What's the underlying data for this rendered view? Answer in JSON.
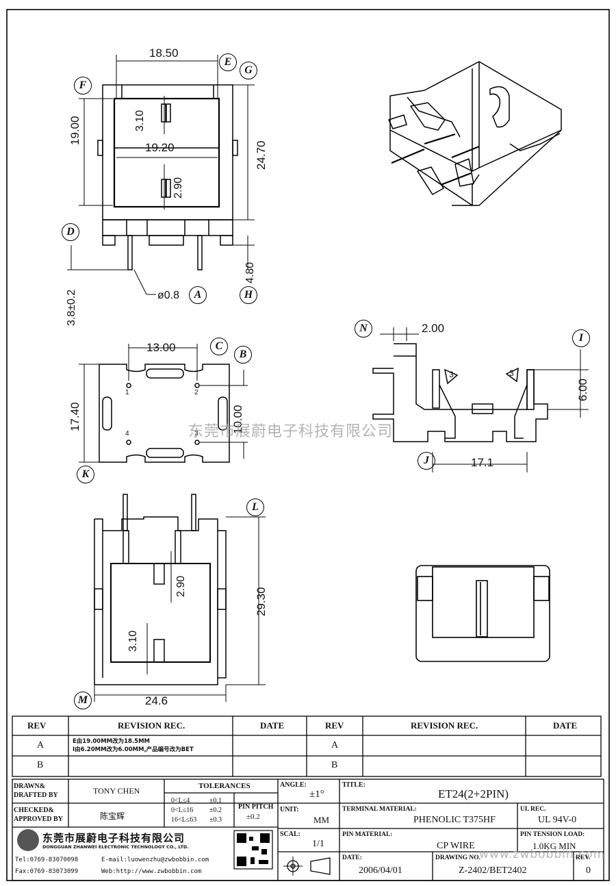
{
  "drawing": {
    "top_view": {
      "dim_width": "18.50",
      "dim_height_left": "19.00",
      "dim_height_right": "24.70",
      "dim_inner_width": "19.20",
      "dim_slot_top": "3.10",
      "dim_slot_bottom": "2.90",
      "dim_pin_length": "3.8±0.2",
      "dim_pin_dia": "ø0.8",
      "dim_base_height": "4.80",
      "labels": [
        "E",
        "G",
        "F",
        "D",
        "A",
        "H"
      ]
    },
    "bottom_view": {
      "dim_pin_spacing_x": "13.00",
      "dim_pin_spacing_y": "10.00",
      "dim_height": "17.40",
      "pin_numbers": [
        "1",
        "2",
        "4",
        "3"
      ],
      "labels": [
        "C",
        "B",
        "K"
      ]
    },
    "side_view": {
      "dim_wall": "2.00",
      "dim_height": "6.00",
      "dim_width": "17.1",
      "mark": "3",
      "labels": [
        "N",
        "I",
        "J"
      ]
    },
    "front_view": {
      "dim_height": "29.30",
      "dim_width": "24.6",
      "dim_slot_top": "2.90",
      "dim_slot_bottom": "3.10",
      "labels": [
        "L",
        "M"
      ]
    }
  },
  "watermark": "东莞市展蔚电子科技有限公司",
  "watermark_url": "www.zwbobbin.com",
  "revision_table": {
    "headers": [
      "REV",
      "REVISION REC.",
      "DATE",
      "REV",
      "REVISION REC.",
      "DATE"
    ],
    "rows": [
      {
        "rev": "A",
        "rec_line1": "E由19.00MM改为18.5MM",
        "rec_line2": "I由6.20MM改为6.00MM,产品编号改为BET",
        "date": "",
        "rev2": "A",
        "rec2": "",
        "date2": ""
      },
      {
        "rev": "B",
        "rec_line1": "",
        "rec_line2": "",
        "date": "",
        "rev2": "B",
        "rec2": "",
        "date2": ""
      }
    ]
  },
  "title_block": {
    "drawn_label": "DRAWN&\nDRAFTED BY",
    "drawn_label_1": "DRAWN&",
    "drawn_label_2": "DRAFTED BY",
    "drawn_by": "TONY CHEN",
    "checked_label_1": "CHECKED&",
    "checked_label_2": "APPROVED BY",
    "approved_by": "陈宝辉",
    "tolerances_label": "TOLERANCES",
    "tol_rows": [
      {
        "range": "0<L≤4",
        "tol": "±0.1"
      },
      {
        "range": "0<L≤16",
        "tol": "±0.2"
      },
      {
        "range": "16<L≤63",
        "tol": "±0.3"
      }
    ],
    "pin_pitch_label_1": "PIN PITCH",
    "pin_pitch_value": "±0.2",
    "angle_label": "ANGLE:",
    "angle_value": "±1°",
    "unit_label": "UNIT:",
    "unit_value": "MM",
    "scale_label": "SCAL:",
    "scale_value": "1/1",
    "title_label": "TITLE:",
    "title_value": "ET24(2+2PIN)",
    "terminal_label": "TERMINAL MATERIAL:",
    "terminal_value": "PHENOLIC T375HF",
    "ul_label": "UL REC.",
    "ul_value": "UL 94V-0",
    "pin_material_label": "PIN MATERIAL:",
    "pin_material_value": "CP WIRE",
    "tension_label": "PIN TENSION LOAD:",
    "tension_value": "1.0KG MIN",
    "date_label": "DATE:",
    "date_value": "2006/04/01",
    "drawing_no_label": "DRAWING NO.",
    "drawing_no_value": "Z-2402/BET2402",
    "rev_label": "REV.",
    "rev_value": "0",
    "company_cn": "东莞市展蔚电子科技有限公司",
    "company_en": "DONGGUAN ZHANWEI ELECTRONIC TECHNOLOGY CO., LTD.",
    "tel": "Tel:0769-83070098",
    "email": "E-mail:luowenzhu@zwbobbin.com",
    "fax": "Fax:0769-83073099",
    "web": "Web:http://www.zwbobbin.com"
  }
}
